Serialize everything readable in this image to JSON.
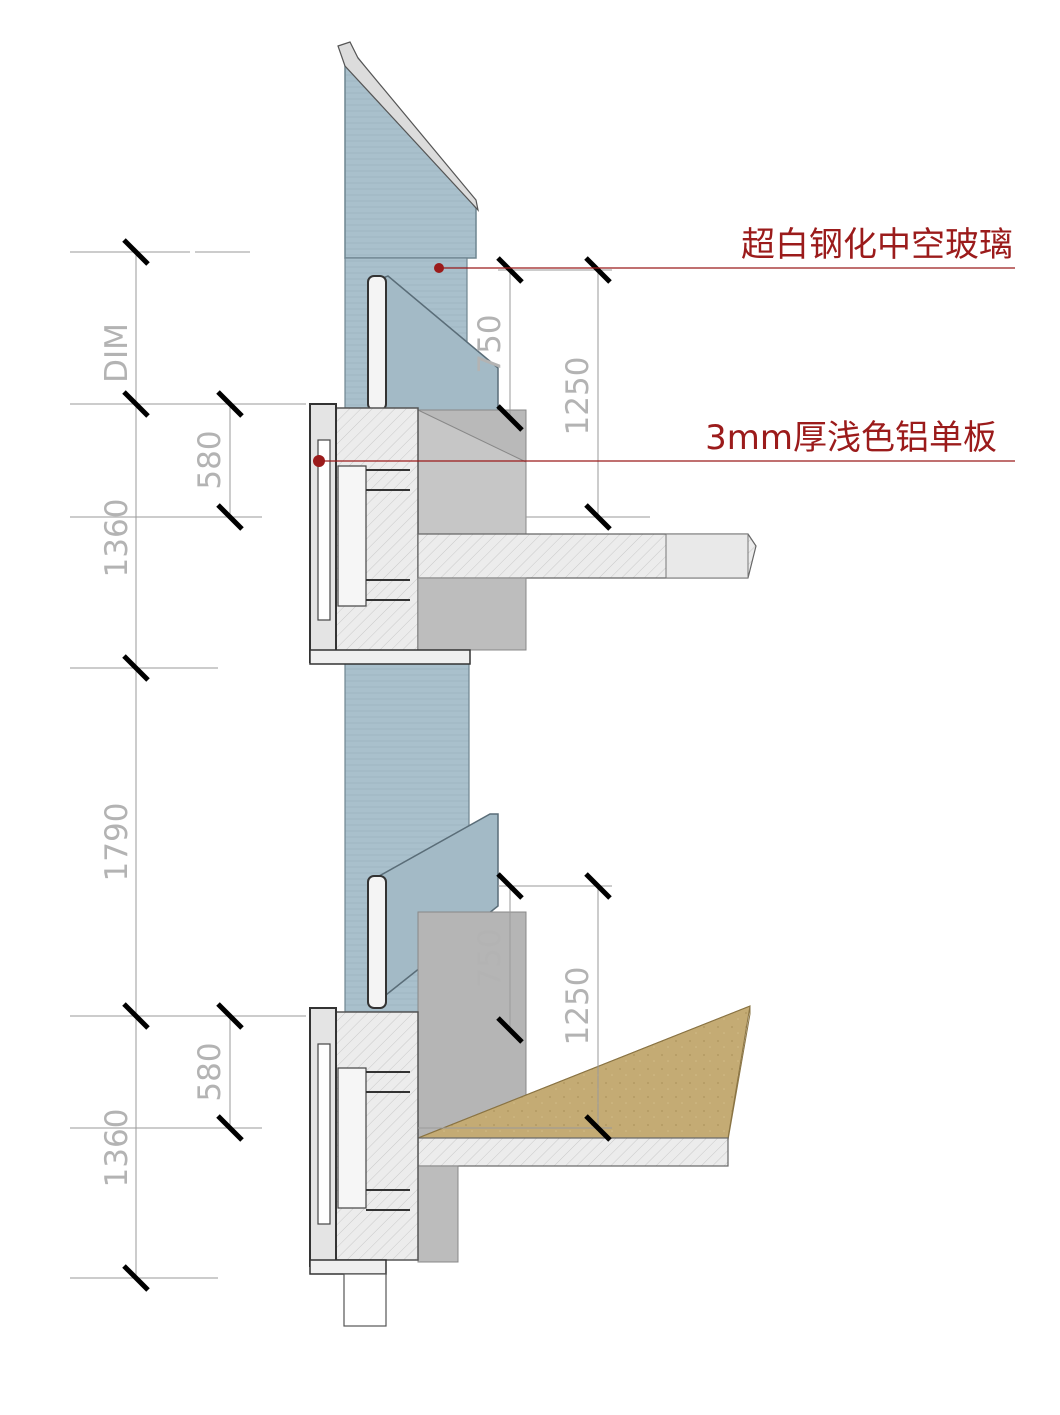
{
  "callouts": [
    {
      "label": "超白钢化中空玻璃"
    },
    {
      "label": "3mm厚浅色铝单板"
    }
  ],
  "dimensions": {
    "left_chain": [
      "DIM",
      "1360",
      "1790",
      "1360"
    ],
    "inner_upper": "580",
    "inner_lower": "580",
    "right_upper_a": "750",
    "right_upper_b": "1250",
    "right_lower_a": "750",
    "right_lower_b": "1250"
  },
  "colors": {
    "annotation_red": "#9b1b1b",
    "glass": "#a9c0cc",
    "dimension_gray": "#b3b3b3",
    "insulation": "#c4ab74"
  }
}
